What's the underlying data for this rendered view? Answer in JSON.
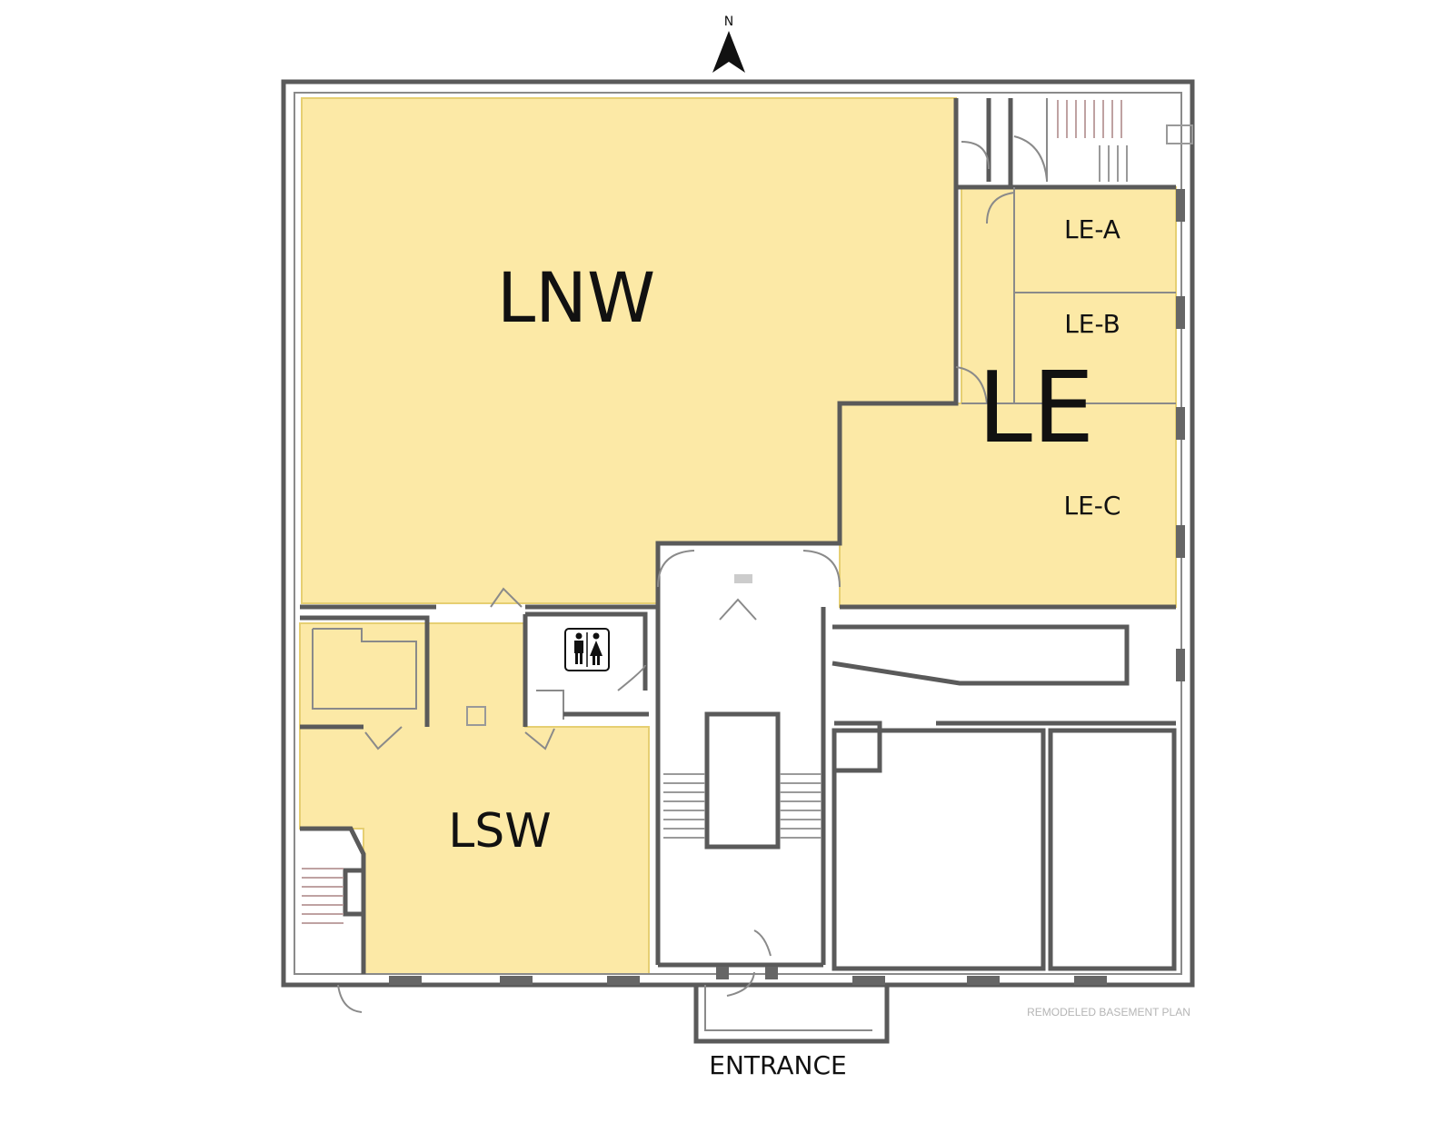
{
  "compass": {
    "label": "N",
    "icon": "north-arrow-icon"
  },
  "rooms": {
    "lnw": "LNW",
    "le": "LE",
    "le_a": "LE-A",
    "le_b": "LE-B",
    "le_c": "LE-C",
    "lsw": "LSW"
  },
  "entrance_label": "ENTRANCE",
  "restroom_icon": "restroom-icon",
  "plan_caption": "REMODELED BASEMENT PLAN",
  "colors": {
    "highlight": "#fce9a6",
    "wall": "#5a5a5a",
    "text": "#111111"
  }
}
